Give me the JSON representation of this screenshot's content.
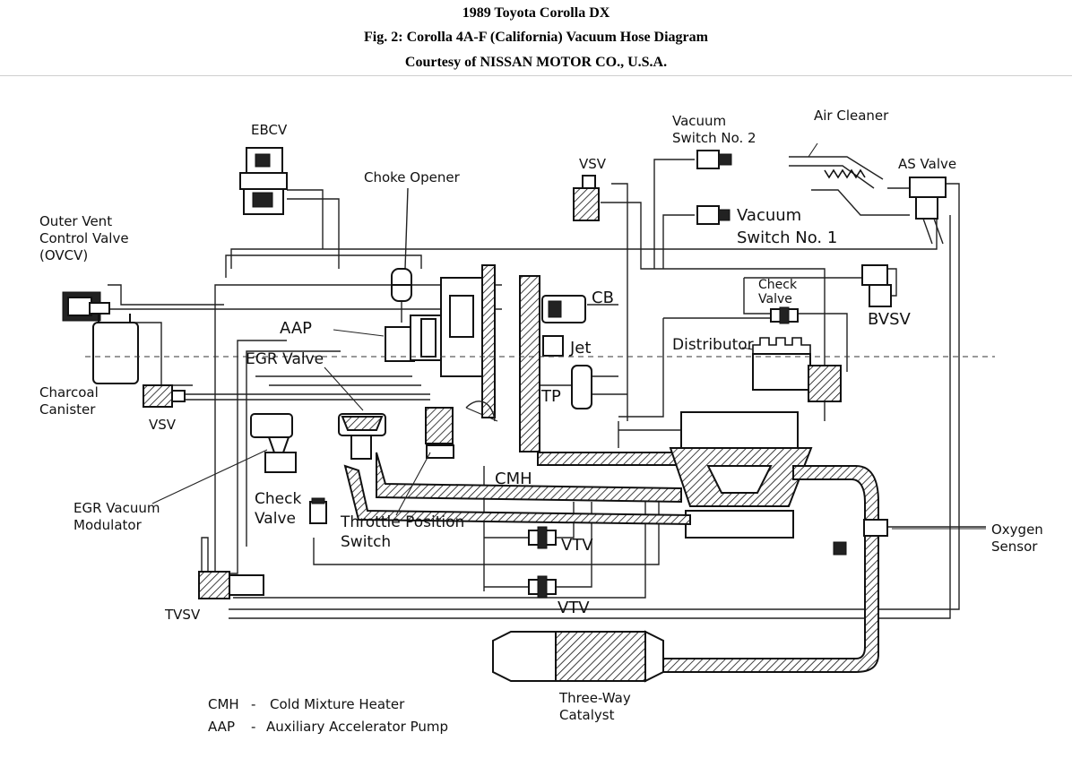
{
  "header": {
    "title_line1": "1989 Toyota Corolla DX",
    "title_line2": "Fig. 2: Corolla 4A-F (California) Vacuum Hose Diagram",
    "title_line3": "Courtesy of NISSAN MOTOR CO., U.S.A."
  },
  "labels": {
    "ebcv": "EBCV",
    "choke_opener": "Choke Opener",
    "vacuum_switch_2_line1": "Vacuum",
    "vacuum_switch_2_line2": "Switch No. 2",
    "vsv_top": "VSV",
    "air_cleaner": "Air Cleaner",
    "as_valve": "AS Valve",
    "vacuum_switch_1_line1": "Vacuum",
    "vacuum_switch_1_line2": "Switch No. 1",
    "ovcv_line1": "Outer Vent",
    "ovcv_line2": "Control Valve",
    "ovcv_line3": "(OVCV)",
    "check_valve_top_line1": "Check",
    "check_valve_top_line2": "Valve",
    "bvsv": "BVSV",
    "aap": "AAP",
    "cb": "CB",
    "jet": "Jet",
    "distributor": "Distributor",
    "egr_valve": "EGR Valve",
    "charcoal_canister_line1": "Charcoal",
    "charcoal_canister_line2": "Canister",
    "vsv_left": "VSV",
    "tp": "TP",
    "cmh": "CMH",
    "egr_modulator_line1": "EGR Vacuum",
    "egr_modulator_line2": "Modulator",
    "check_valve_bottom_line1": "Check",
    "check_valve_bottom_line2": "Valve",
    "tps_line1": "Throttle Position",
    "tps_line2": "Switch",
    "vtv_upper": "VTV",
    "vtv_lower": "VTV",
    "oxygen_sensor_line1": "Oxygen",
    "oxygen_sensor_line2": "Sensor",
    "tvsv": "TVSV",
    "three_way_catalyst_line1": "Three-Way",
    "three_way_catalyst_line2": "Catalyst"
  },
  "legend": [
    {
      "abbr": "CMH",
      "sep": "-",
      "text": "Cold Mixture Heater"
    },
    {
      "abbr": "AAP",
      "sep": "-",
      "text": "Auxiliary Accelerator Pump"
    }
  ]
}
